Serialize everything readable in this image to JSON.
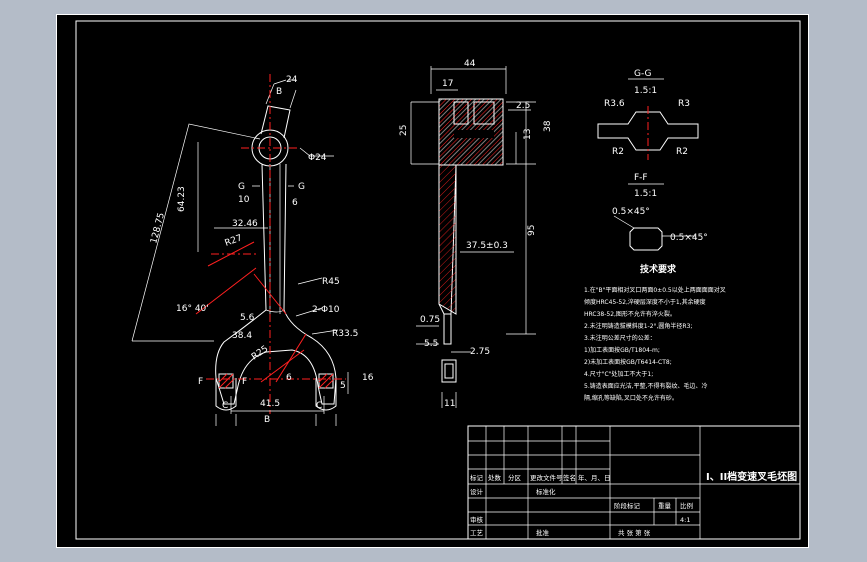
{
  "drawing": {
    "title": "I、II档变速叉毛坯图",
    "colors": {
      "background": "#000000",
      "lines": "#ffffff",
      "centerlines": "#ff2020",
      "outer": "#b4bcc8"
    }
  },
  "front_view": {
    "dims": {
      "d24": "24",
      "b_top": "B",
      "phi24": "Φ24",
      "g_left": "G",
      "g_right": "G",
      "d10": "10",
      "d6": "6",
      "d64": "64.23",
      "d128": "128.75",
      "d32": "32.46",
      "r27": "R27",
      "r45": "R45",
      "angle": "16° 40'",
      "d5_6": "5.6",
      "holes": "2-Φ10",
      "d38": "38.4",
      "r33": "R33.5",
      "r25": "R25",
      "d6b": "6",
      "f_left": "F",
      "f_right": "F",
      "d5": "5",
      "d16": "16",
      "c_left": "C",
      "c_right": "C",
      "d41": "41.5",
      "b_bottom": "B"
    }
  },
  "side_view": {
    "dims": {
      "d44": "44",
      "d17": "17",
      "d2_5": "2.5",
      "d25": "25",
      "d38": "38",
      "d13": "13",
      "d95": "95",
      "d37": "37.5±0.3",
      "d0_75": "0.75",
      "d5_5": "5.5",
      "d2_75": "2.75",
      "d11": "11"
    }
  },
  "section_gg": {
    "title": "G-G",
    "scale": "1.5:1",
    "r36": "R3.6",
    "r3": "R3",
    "r2_left": "R2",
    "r2_right": "R2"
  },
  "section_ff": {
    "title": "F-F",
    "scale": "1.5:1",
    "chamfer1": "0.5×45°",
    "chamfer2": "0.5×45°"
  },
  "tech_req": {
    "title": "技术要求",
    "items": [
      "1.在\"B\"平面相对叉口两面0±0.5以处上两面面面对叉",
      "  倾度HRC45-52,淬硬层深度不小于1,其余硬度",
      "  HRC38-52,图形不允许有淬火裂。",
      "2.未注明铸造拔模斜度1-2°,圆角半径R3;",
      "3.未注明公差尺寸的公差：",
      "  1)加工表面按GB/T1804-m;",
      "  2)未加工表面按GB/T6414-CT8;",
      "4.尺寸\"C\"处加工不大于1;",
      "5.铸造表面应光洁,平整,不得有裂纹、毛边、冷",
      "  隔,缩孔等缺陷,叉口处不允许有砂。"
    ]
  },
  "title_block": {
    "row_labels": [
      "标记",
      "处数",
      "分区",
      "更改文件号",
      "签名",
      "年、月、日"
    ],
    "design": "设计",
    "standard": "标准化",
    "review": "审核",
    "craft": "工艺",
    "approve": "批准",
    "stage": "阶段标记",
    "weight": "重量",
    "scale_label": "比例",
    "scale_value": "4:1",
    "sheets": "共   张   第   张",
    "title": "I、II档变速叉毛坯图"
  }
}
